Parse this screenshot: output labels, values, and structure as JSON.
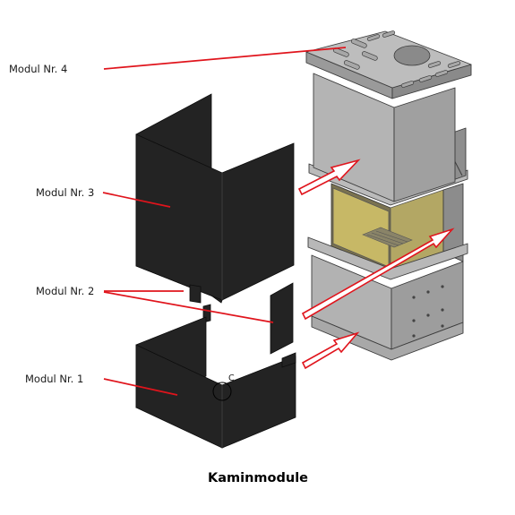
{
  "labels": {
    "modul4": "Modul Nr. 4",
    "modul3": "Modul Nr. 3",
    "modul2": "Modul Nr. 2",
    "modul1": "Modul Nr. 1",
    "detail_marker": "C"
  },
  "caption": "Kaminmodule",
  "colors": {
    "callout": "#e0141c",
    "panel": "#232323",
    "metal_light": "#b4b4b4",
    "metal_mid": "#a2a2a2",
    "metal_dark": "#8c8c8c",
    "glass": "#c7b866"
  }
}
